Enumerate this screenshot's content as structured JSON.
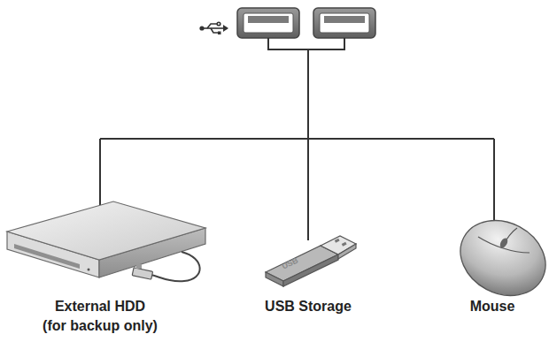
{
  "diagram": {
    "nodes": [
      {
        "text": [
          "External HDD (for backup only)"
        ]
      },
      {
        "text": [
          "USB Storage"
        ]
      },
      {
        "text": [
          "Mouse"
        ]
      }
    ],
    "labels": [
      "USB"
    ]
  }
}
